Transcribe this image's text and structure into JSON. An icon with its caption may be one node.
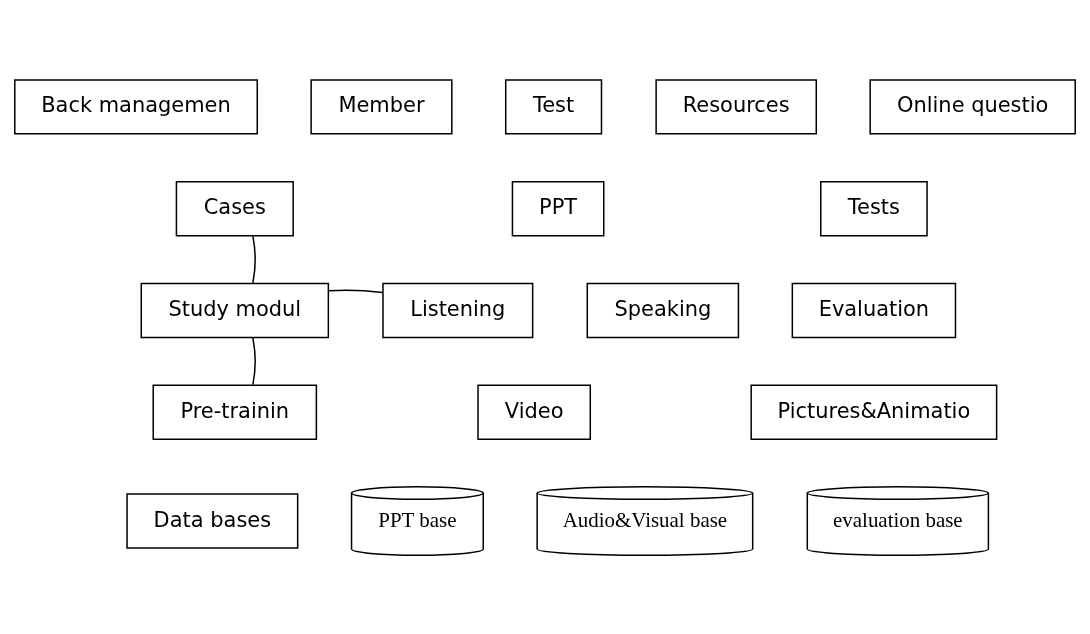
{
  "diagram": {
    "nodes": [
      {
        "text": [
          "Back managemen"
        ]
      },
      {
        "text": [
          "Member"
        ]
      },
      {
        "text": [
          "Test"
        ]
      },
      {
        "text": [
          "Resources"
        ]
      },
      {
        "text": [
          "Online questio"
        ]
      },
      {
        "text": [
          "Study modul"
        ]
      },
      {
        "text": [
          "Cases"
        ]
      },
      {
        "text": [
          "PPT"
        ]
      },
      {
        "text": [
          "Tests"
        ]
      },
      {
        "text": [
          "Listening"
        ]
      },
      {
        "text": [
          "Speaking"
        ]
      },
      {
        "text": [
          "Evaluation"
        ]
      },
      {
        "text": [
          "Pre-trainin"
        ]
      },
      {
        "text": [
          "Video"
        ]
      },
      {
        "text": [
          "Pictures&Animatio"
        ]
      },
      {
        "text": [
          "Data bases"
        ]
      },
      {
        "text": [
          "PPT base"
        ]
      },
      {
        "text": [
          "Audio&Visual base"
        ]
      },
      {
        "text": [
          "evaluation base"
        ]
      }
    ],
    "edges": [
      {
        "from": 5,
        "to": 6,
        "arrow": "none"
      },
      {
        "from": 5,
        "to": 9,
        "arrow": "none"
      },
      {
        "from": 5,
        "to": 12,
        "arrow": "none"
      }
    ]
  }
}
